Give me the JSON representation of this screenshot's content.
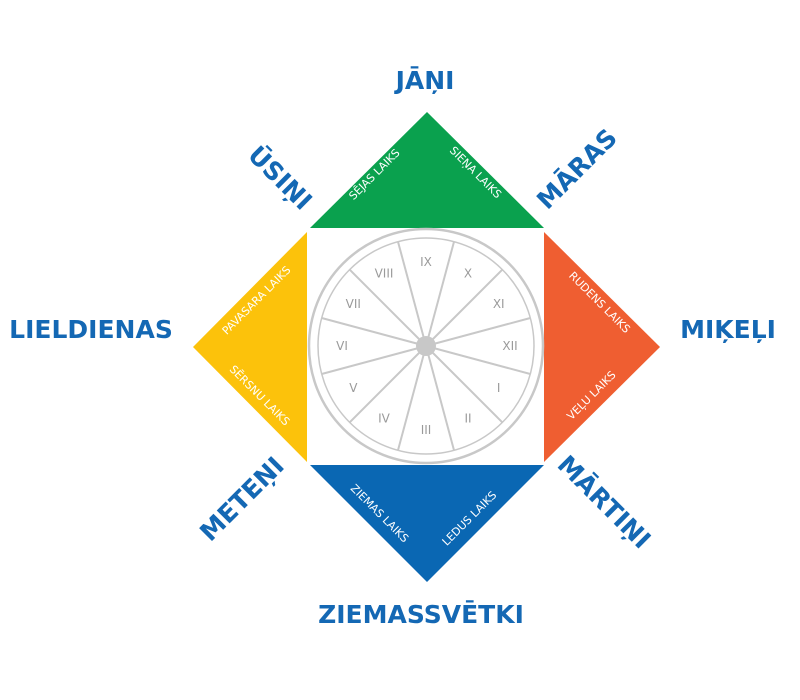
{
  "colors": {
    "summer": "#0aa14e",
    "autumn": "#ef5e31",
    "winter": "#0a67b3",
    "spring": "#fcc20b",
    "festival_text": "#1468b4",
    "dial_line": "#c8c8c8",
    "numeral_text": "#9a9a9a"
  },
  "festivals": {
    "top": "JĀŅI",
    "top_right": "MĀRAS",
    "right": "MIĶEĻI",
    "bottom_right": "MĀRTIŅI",
    "bottom": "ZIEMASSVĒTKI",
    "bottom_left": "METEŅI",
    "left": "LIELDIENAS",
    "top_left": "ŪSIŅI"
  },
  "seasons": {
    "summer": [
      "SĒJAS LAIKS",
      "SIEŅA LAIKS"
    ],
    "autumn": [
      "RUDENS LAIKS",
      "VEĻU LAIKS"
    ],
    "winter": [
      "ZIEMAS LAIKS",
      "LEDUS LAIKS"
    ],
    "spring": [
      "PAVASARA LAIKS",
      "SĒRSNU LAIKS"
    ]
  },
  "months": [
    "VI",
    "VII",
    "VIII",
    "IX",
    "X",
    "XI",
    "XII",
    "I",
    "II",
    "III",
    "IV",
    "V"
  ]
}
